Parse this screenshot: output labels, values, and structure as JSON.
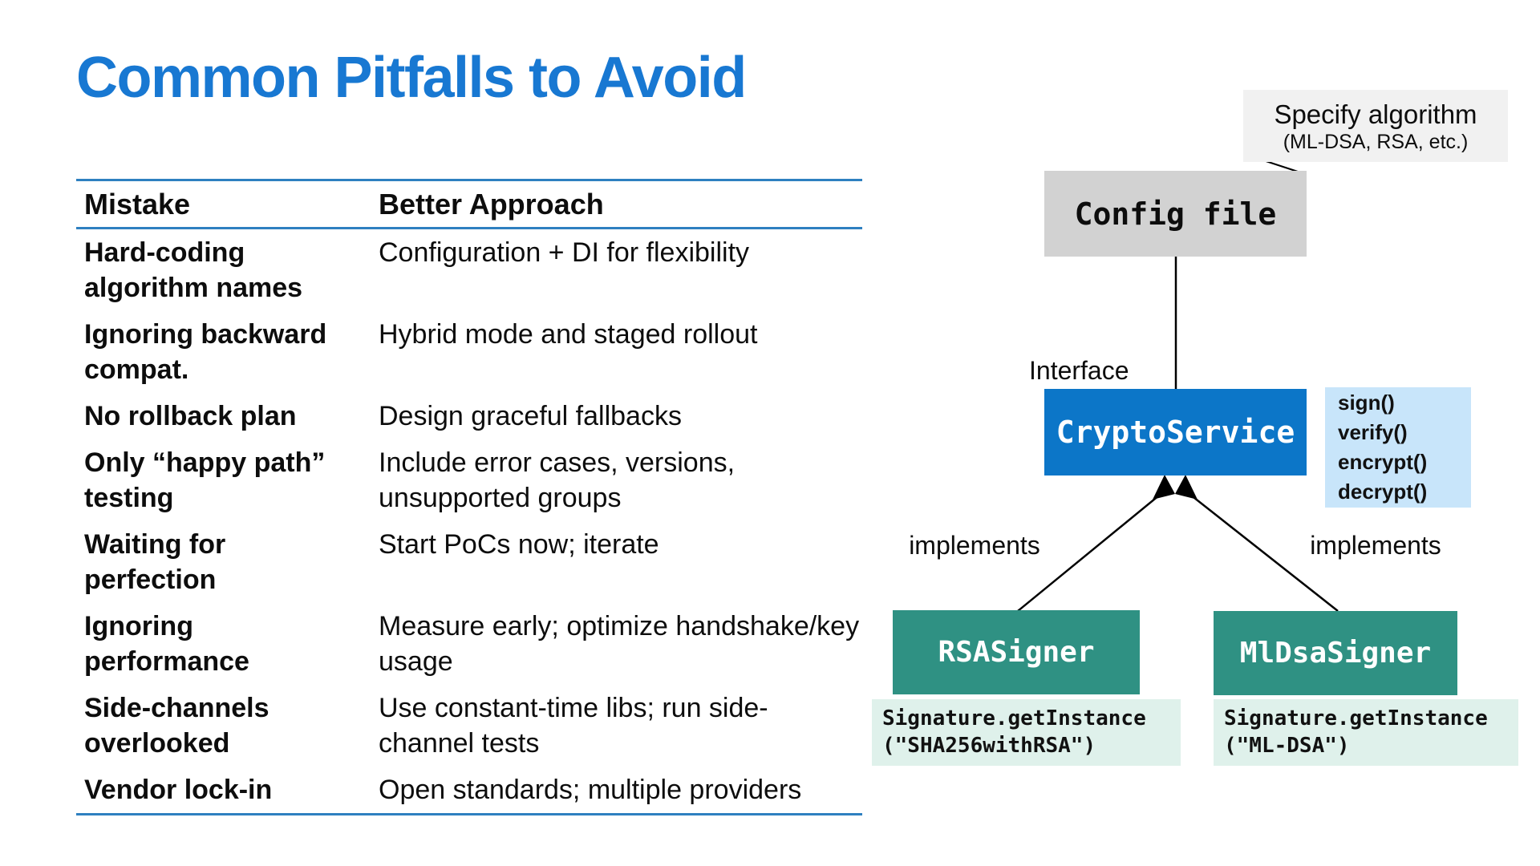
{
  "slide": {
    "title": "Common Pitfalls to Avoid"
  },
  "table": {
    "headers": {
      "mistake": "Mistake",
      "approach": "Better Approach"
    },
    "rows": [
      {
        "mistake": "Hard-coding algorithm names",
        "approach": "Configuration + DI for flexibility"
      },
      {
        "mistake": "Ignoring backward compat.",
        "approach": "Hybrid mode and staged rollout"
      },
      {
        "mistake": "No rollback plan",
        "approach": "Design graceful fallbacks"
      },
      {
        "mistake": "Only “happy path” testing",
        "approach": "Include error cases, versions, unsupported groups"
      },
      {
        "mistake": "Waiting for perfection",
        "approach": "Start PoCs now; iterate"
      },
      {
        "mistake": "Ignoring performance",
        "approach": "Measure early; optimize handshake/key usage"
      },
      {
        "mistake": "Side-channels overlooked",
        "approach": "Use constant-time libs; run side-channel tests"
      },
      {
        "mistake": "Vendor lock-in",
        "approach": "Open standards; multiple providers"
      }
    ]
  },
  "diagram": {
    "callout": {
      "line1": "Specify algorithm",
      "line2": "(ML-DSA, RSA, etc.)"
    },
    "config_box_label": "Config file",
    "interface_label": "Interface",
    "interface_box_label": "CryptoService",
    "methods": [
      "sign()",
      "verify()",
      "encrypt()",
      "decrypt()"
    ],
    "edge_label_left": "implements",
    "edge_label_right": "implements",
    "implementations": [
      {
        "name": "RSASigner",
        "code_line1": "Signature.getInstance",
        "code_line2": "(\"SHA256withRSA\")"
      },
      {
        "name": "MlDsaSigner",
        "code_line1": "Signature.getInstance",
        "code_line2": "(\"ML-DSA\")"
      }
    ]
  },
  "colors": {
    "title-blue": "#1878D2",
    "rule-blue": "#2E80C0",
    "box-blue": "#0C76C8",
    "box-blue-light": "#C8E5FA",
    "teal": "#2F9183",
    "mint": "#DFF1EB",
    "gray-box": "#D2D2D2",
    "gray-light": "#F1F1F1"
  }
}
